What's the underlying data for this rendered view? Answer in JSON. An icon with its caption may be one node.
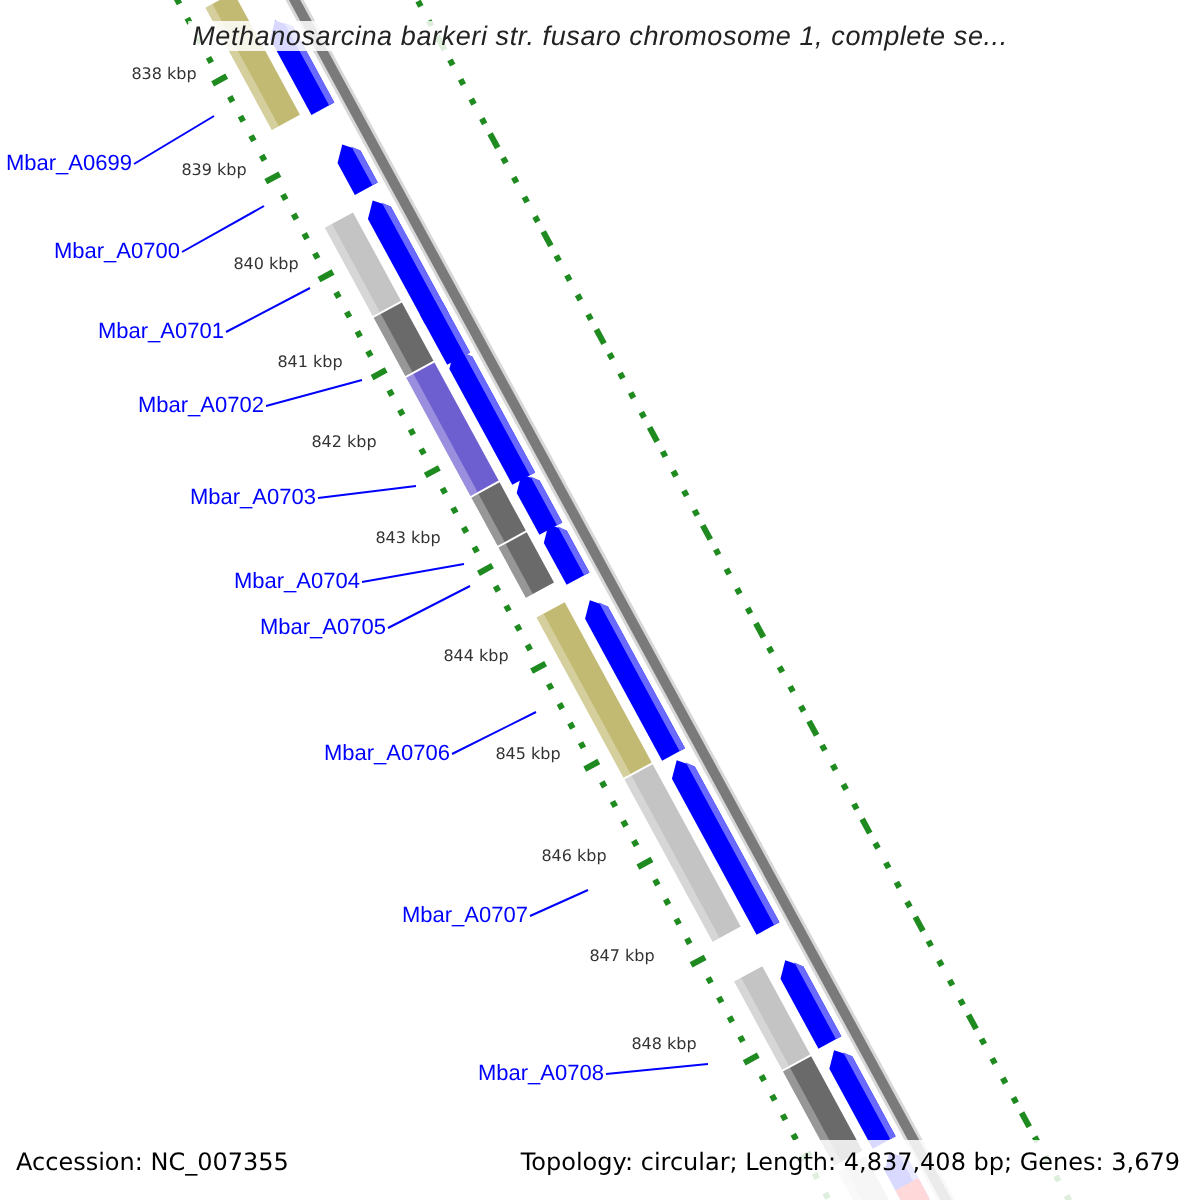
{
  "diagram": {
    "title": "Methanosarcina barkeri str. fusaro chromosome 1, complete se...",
    "nodes": [
      {
        "text": [
          "Mbar_A0699"
        ]
      },
      {
        "text": [
          "Mbar_A0700"
        ]
      },
      {
        "text": [
          "Mbar_A0701"
        ]
      },
      {
        "text": [
          "Mbar_A0702"
        ]
      },
      {
        "text": [
          "Mbar_A0703"
        ]
      },
      {
        "text": [
          "Mbar_A0704"
        ]
      },
      {
        "text": [
          "Mbar_A0705"
        ]
      },
      {
        "text": [
          "Mbar_A0706"
        ]
      },
      {
        "text": [
          "Mbar_A0707"
        ]
      },
      {
        "text": [
          "Mbar_A0708"
        ]
      }
    ],
    "edges": [
      {
        "from": 0,
        "to": null,
        "arrow": "none"
      },
      {
        "from": 1,
        "to": null,
        "arrow": "none"
      },
      {
        "from": 2,
        "to": null,
        "arrow": "none"
      },
      {
        "from": 3,
        "to": null,
        "arrow": "none"
      },
      {
        "from": 4,
        "to": null,
        "arrow": "none"
      },
      {
        "from": 5,
        "to": null,
        "arrow": "none"
      },
      {
        "from": 6,
        "to": null,
        "arrow": "none"
      },
      {
        "from": 7,
        "to": null,
        "arrow": "none"
      },
      {
        "from": 8,
        "to": null,
        "arrow": "none"
      },
      {
        "from": 9,
        "to": null,
        "arrow": "none"
      }
    ],
    "labels": [
      "838 kbp",
      "839 kbp",
      "840 kbp",
      "841 kbp",
      "842 kbp",
      "843 kbp",
      "844 kbp",
      "845 kbp",
      "846 kbp",
      "847 kbp",
      "848 kbp",
      "Accession: NC_007355",
      "Topology: circular; Length: 4,837,408 bp; Genes: 3,679"
    ]
  }
}
